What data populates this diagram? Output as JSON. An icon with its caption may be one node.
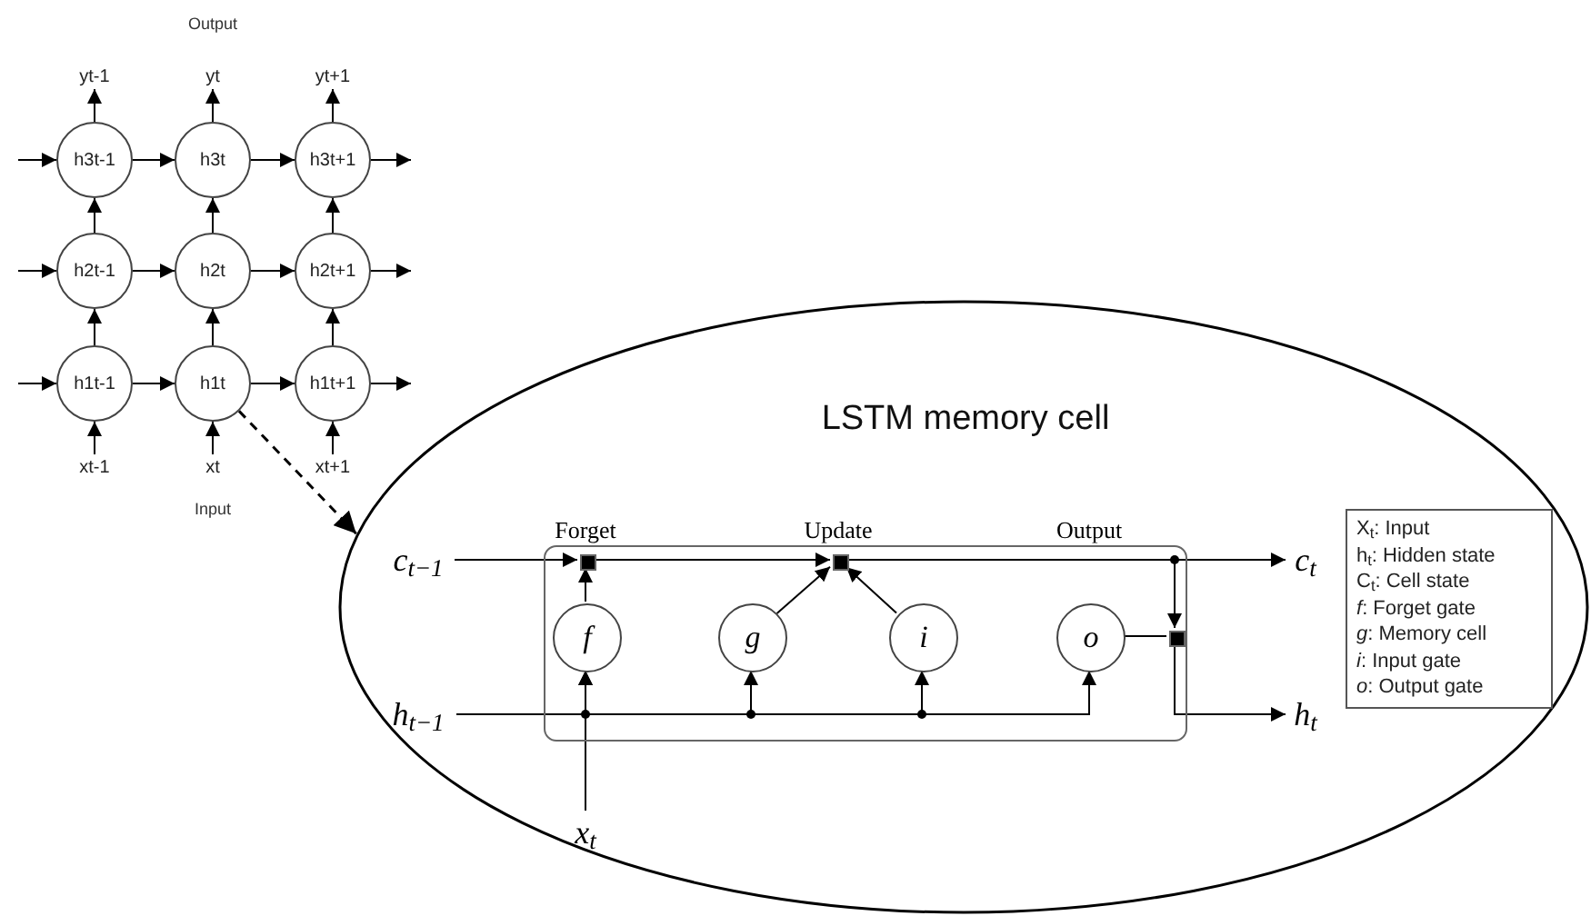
{
  "diagram": {
    "nodes": [
      {
        "text": [
          "h3t-1"
        ]
      },
      {
        "text": [
          "h3t"
        ]
      },
      {
        "text": [
          "h3t+1"
        ]
      },
      {
        "text": [
          "h2t-1"
        ]
      },
      {
        "text": [
          "h2t"
        ]
      },
      {
        "text": [
          "h2t+1"
        ]
      },
      {
        "text": [
          "h1t-1"
        ]
      },
      {
        "text": [
          "h1t"
        ]
      },
      {
        "text": [
          "h1t+1"
        ]
      },
      {
        "text": [
          "yt-1"
        ]
      },
      {
        "text": [
          "yt"
        ]
      },
      {
        "text": [
          "yt+1"
        ]
      },
      {
        "text": [
          "xt-1"
        ]
      },
      {
        "text": [
          "xt"
        ]
      },
      {
        "text": [
          "xt+1"
        ]
      },
      {
        "text": [
          "LSTM memory cell"
        ]
      },
      {
        "text": [
          "c$_{t−1}$"
        ],
        "in": 15
      },
      {
        "text": [
          "h$_{t−1}$"
        ],
        "in": 15
      },
      {
        "text": [
          "x$_{t}$"
        ],
        "in": 15
      },
      {
        "text": [],
        "shape": "box",
        "in": 15
      },
      {
        "text": [
          "f"
        ],
        "in": 19
      },
      {
        "text": [
          "g"
        ],
        "in": 19
      },
      {
        "text": [
          "i"
        ],
        "in": 19
      },
      {
        "text": [
          "o"
        ],
        "in": 19
      },
      {
        "text": [],
        "shape": "box",
        "in": 19
      },
      {
        "text": [],
        "shape": "box",
        "in": 19
      },
      {
        "text": [],
        "shape": "box",
        "in": 19
      },
      {
        "text": [
          "c$_{t}$"
        ],
        "in": 15
      },
      {
        "text": [
          "h$_{t}$"
        ],
        "in": 15
      },
      {
        "text": [
          "X$_{t}$: Input",
          "h$_{t}$: Hidden state",
          "C$_{t}$: Cell state",
          "*f*: Forget gate",
          "*g*: Memory cell",
          "*i*: Input gate",
          "*o*: Output gate"
        ],
        "in": 15
      }
    ],
    "edges": [
      {
        "from": null,
        "to": 6,
        "arrow": "to"
      },
      {
        "from": 6,
        "to": 7,
        "arrow": "to"
      },
      {
        "from": 7,
        "to": 8,
        "arrow": "to"
      },
      {
        "from": 8,
        "to": null,
        "arrow": "to"
      },
      {
        "from": null,
        "to": 3,
        "arrow": "to"
      },
      {
        "from": 3,
        "to": 4,
        "arrow": "to"
      },
      {
        "from": 4,
        "to": 5,
        "arrow": "to"
      },
      {
        "from": 5,
        "to": null,
        "arrow": "to"
      },
      {
        "from": null,
        "to": 0,
        "arrow": "to"
      },
      {
        "from": 0,
        "to": 1,
        "arrow": "to"
      },
      {
        "from": 1,
        "to": 2,
        "arrow": "to"
      },
      {
        "from": 2,
        "to": null,
        "arrow": "to"
      },
      {
        "from": 12,
        "to": 6,
        "arrow": "to"
      },
      {
        "from": 6,
        "to": 3,
        "arrow": "to"
      },
      {
        "from": 3,
        "to": 0,
        "arrow": "to"
      },
      {
        "from": 0,
        "to": 9,
        "arrow": "to"
      },
      {
        "from": 13,
        "to": 7,
        "arrow": "to"
      },
      {
        "from": 7,
        "to": 4,
        "arrow": "to"
      },
      {
        "from": 4,
        "to": 1,
        "arrow": "to"
      },
      {
        "from": 1,
        "to": 10,
        "arrow": "to"
      },
      {
        "from": 14,
        "to": 8,
        "arrow": "to"
      },
      {
        "from": 8,
        "to": 5,
        "arrow": "to"
      },
      {
        "from": 5,
        "to": 2,
        "arrow": "to"
      },
      {
        "from": 2,
        "to": 11,
        "arrow": "to"
      },
      {
        "from": 7,
        "to": 15,
        "arrow": "to",
        "style": "dashed"
      },
      {
        "from": 16,
        "to": 24,
        "arrow": "to"
      },
      {
        "from": 20,
        "to": 24,
        "arrow": "to"
      },
      {
        "from": 24,
        "to": 25,
        "arrow": "to"
      },
      {
        "from": 21,
        "to": 25,
        "arrow": "to"
      },
      {
        "from": 22,
        "to": 25,
        "arrow": "to"
      },
      {
        "from": 25,
        "to": 27,
        "arrow": "to"
      },
      {
        "from": 25,
        "to": 26,
        "arrow": "to"
      },
      {
        "from": 23,
        "to": 26,
        "arrow": "none"
      },
      {
        "from": 26,
        "to": 28,
        "arrow": "to"
      },
      {
        "from": 17,
        "to": 20,
        "arrow": "to"
      },
      {
        "from": 17,
        "to": 21,
        "arrow": "to"
      },
      {
        "from": 17,
        "to": 22,
        "arrow": "to"
      },
      {
        "from": 17,
        "to": 23,
        "arrow": "to"
      },
      {
        "from": 18,
        "to": 20,
        "arrow": "to"
      }
    ],
    "labels": [
      "Output",
      "Input",
      "Forget",
      "Update",
      "Output"
    ]
  }
}
